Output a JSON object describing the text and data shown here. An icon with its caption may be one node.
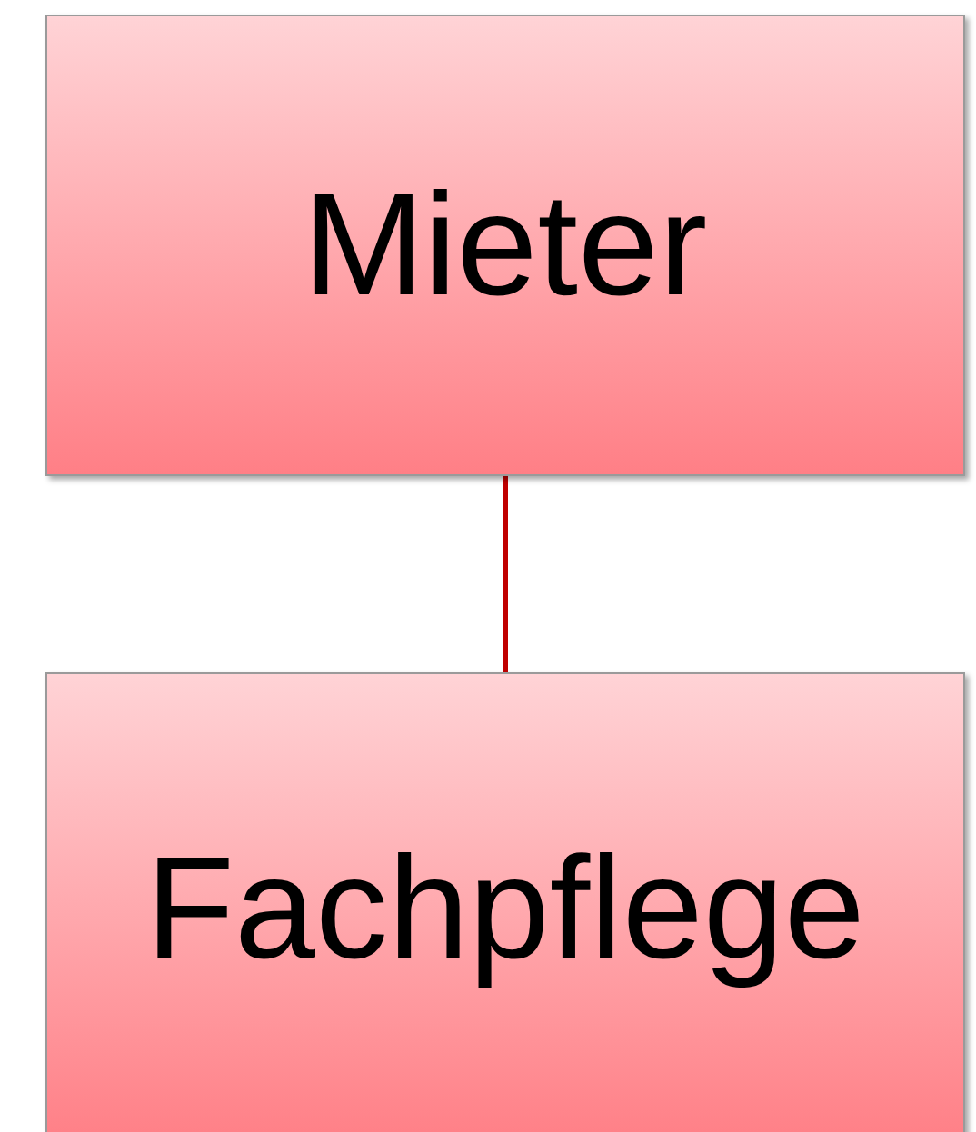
{
  "diagram": {
    "nodes": [
      {
        "text": [
          "Mieter"
        ]
      },
      {
        "text": [
          "Fachpflege"
        ]
      }
    ],
    "edges": [
      {
        "from": 0,
        "to": 1,
        "arrow": "none"
      }
    ]
  }
}
